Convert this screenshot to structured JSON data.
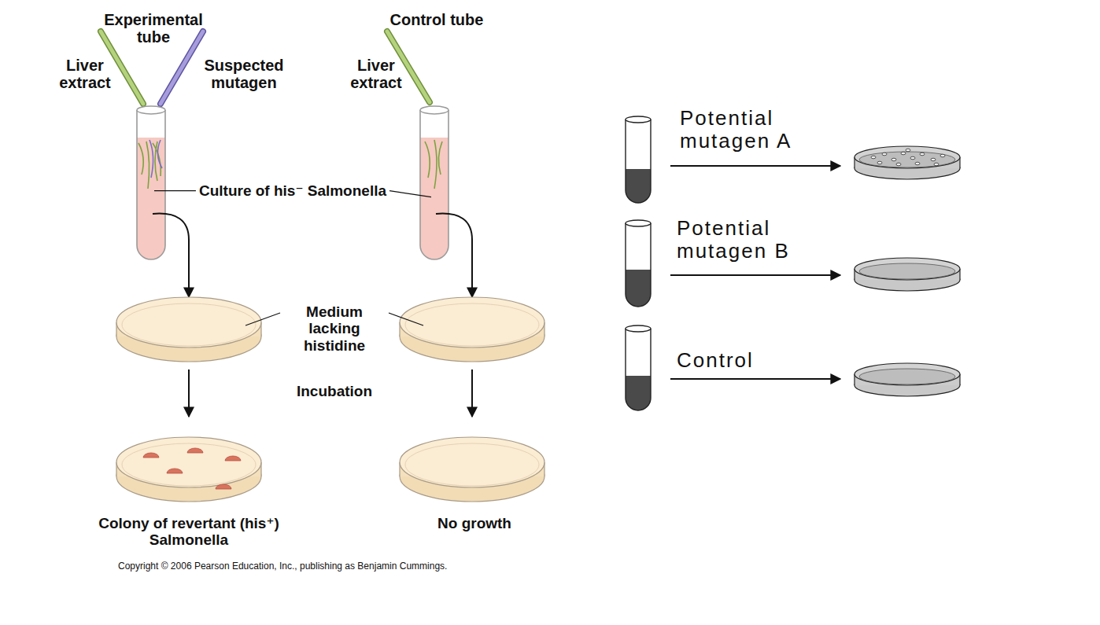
{
  "diagram": {
    "labels": [
      "Experimental tube",
      "Liver extract",
      "Suspected mutagen",
      "Control tube",
      "Liver extract",
      "Culture of his⁻ Salmonella",
      "Medium lacking histidine",
      "Incubation",
      "Colony of revertant (his⁺) Salmonella",
      "No growth",
      "Copyright © 2006 Pearson Education, Inc., publishing as Benjamin Cummings.",
      "Potential mutagen A",
      "Potential mutagen B",
      "Control"
    ]
  }
}
